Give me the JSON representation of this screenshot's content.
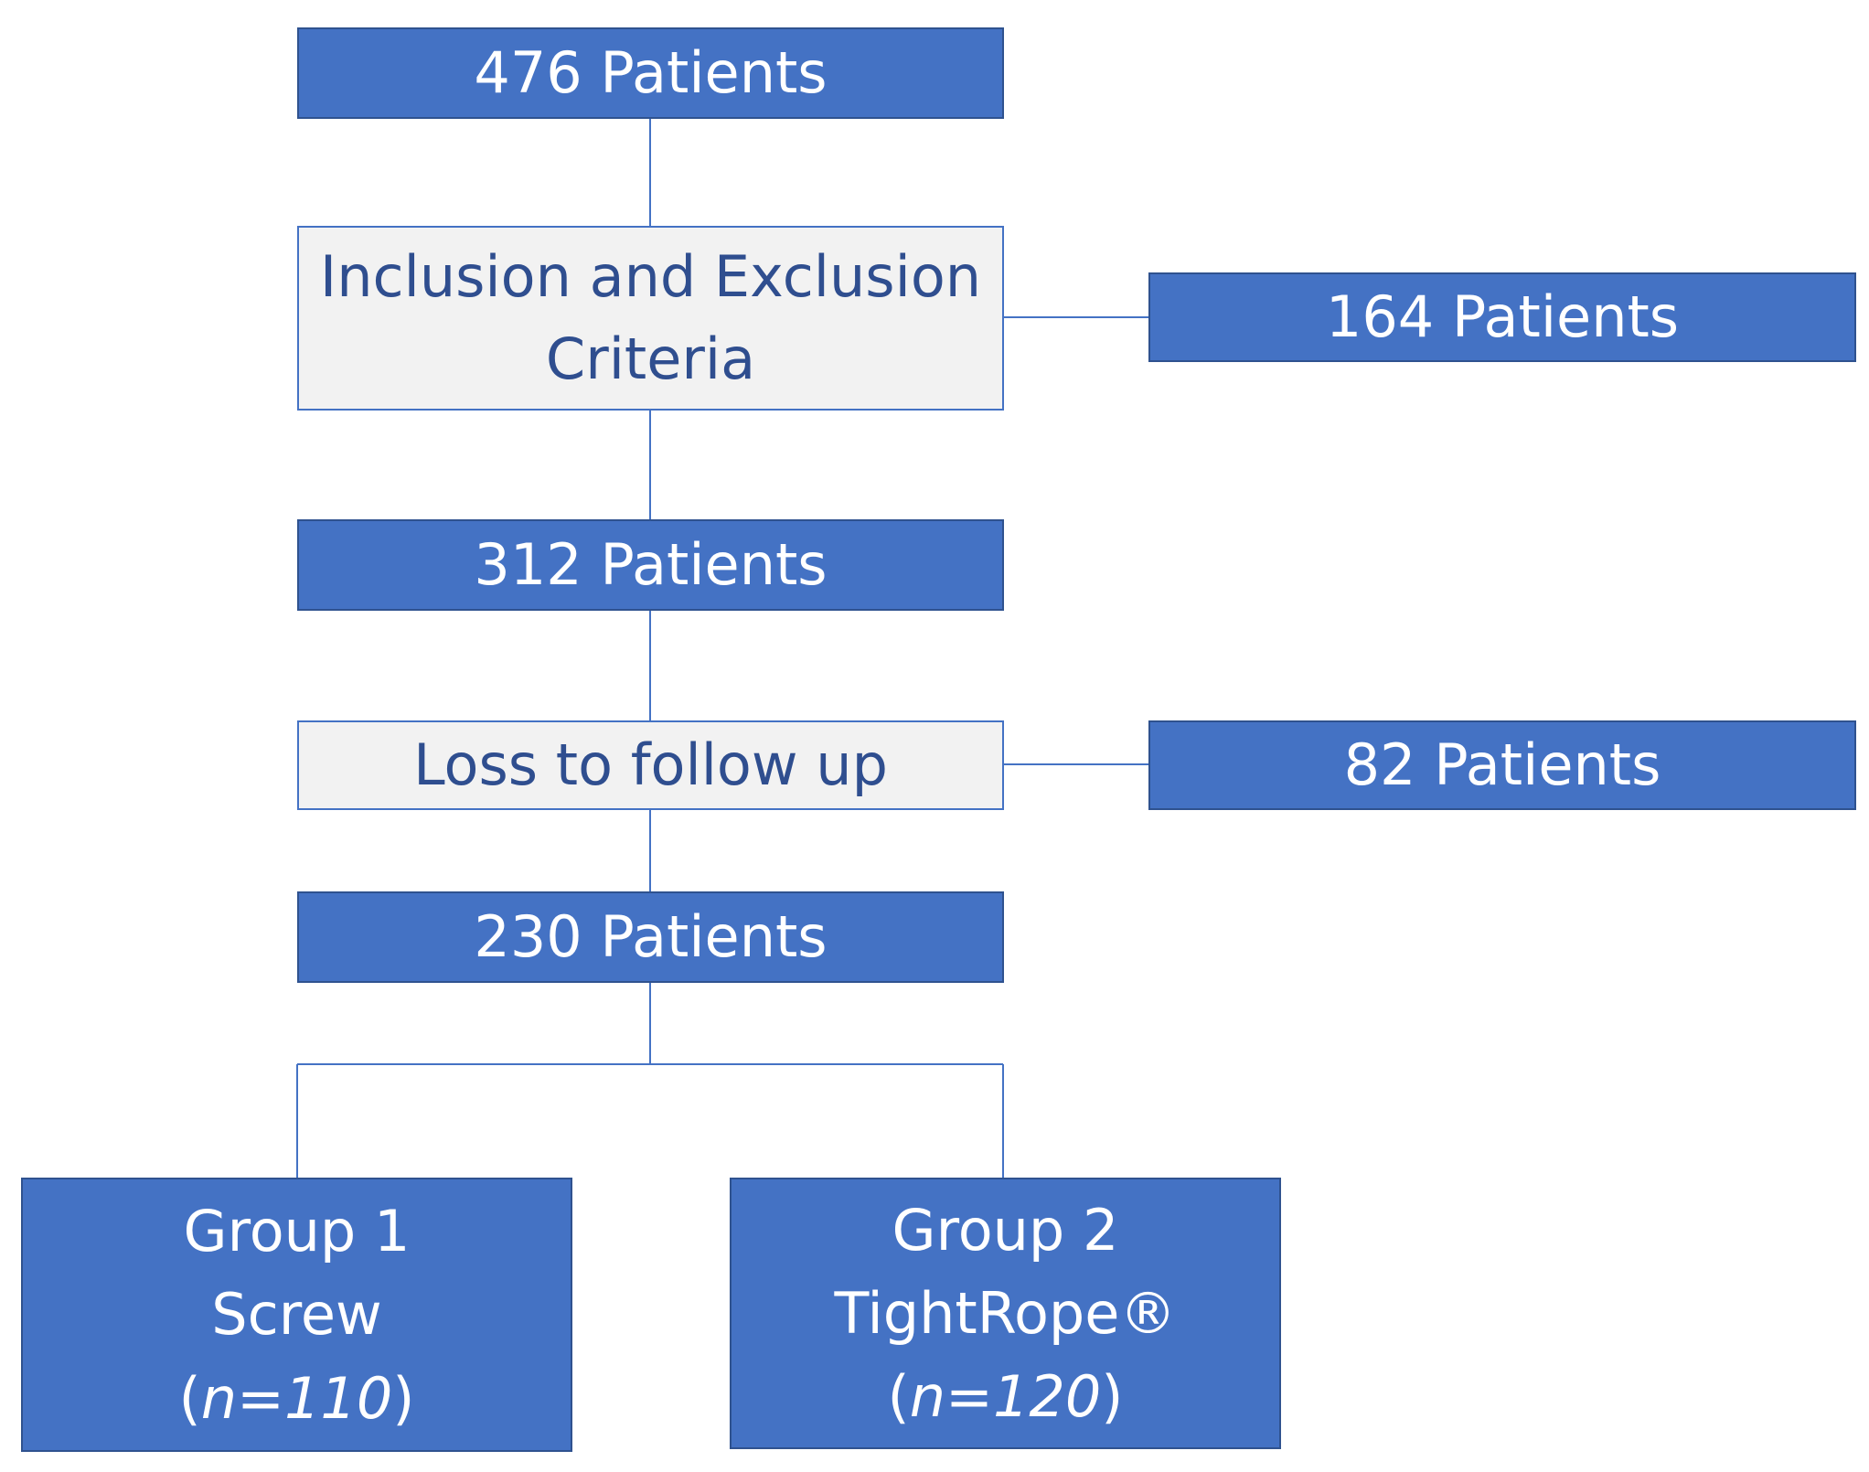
{
  "nodes": {
    "start": "476 Patients",
    "criteria_line1": "Inclusion and Exclusion",
    "criteria_line2": "Criteria",
    "excluded": "164 Patients",
    "after_criteria": "312 Patients",
    "loss": "Loss to follow up",
    "lost": "82 Patients",
    "final": "230 Patients",
    "group1": {
      "line1": "Group 1",
      "line2": "Screw",
      "n": "n=110"
    },
    "group2": {
      "line1": "Group 2",
      "line2": "TightRope®",
      "n": "n=120"
    }
  },
  "colors": {
    "box_fill": "#4472c4",
    "box_border": "#2f528f",
    "light_fill": "#f2f2f2",
    "light_text": "#2f4e8f",
    "connector": "#4472c4"
  }
}
